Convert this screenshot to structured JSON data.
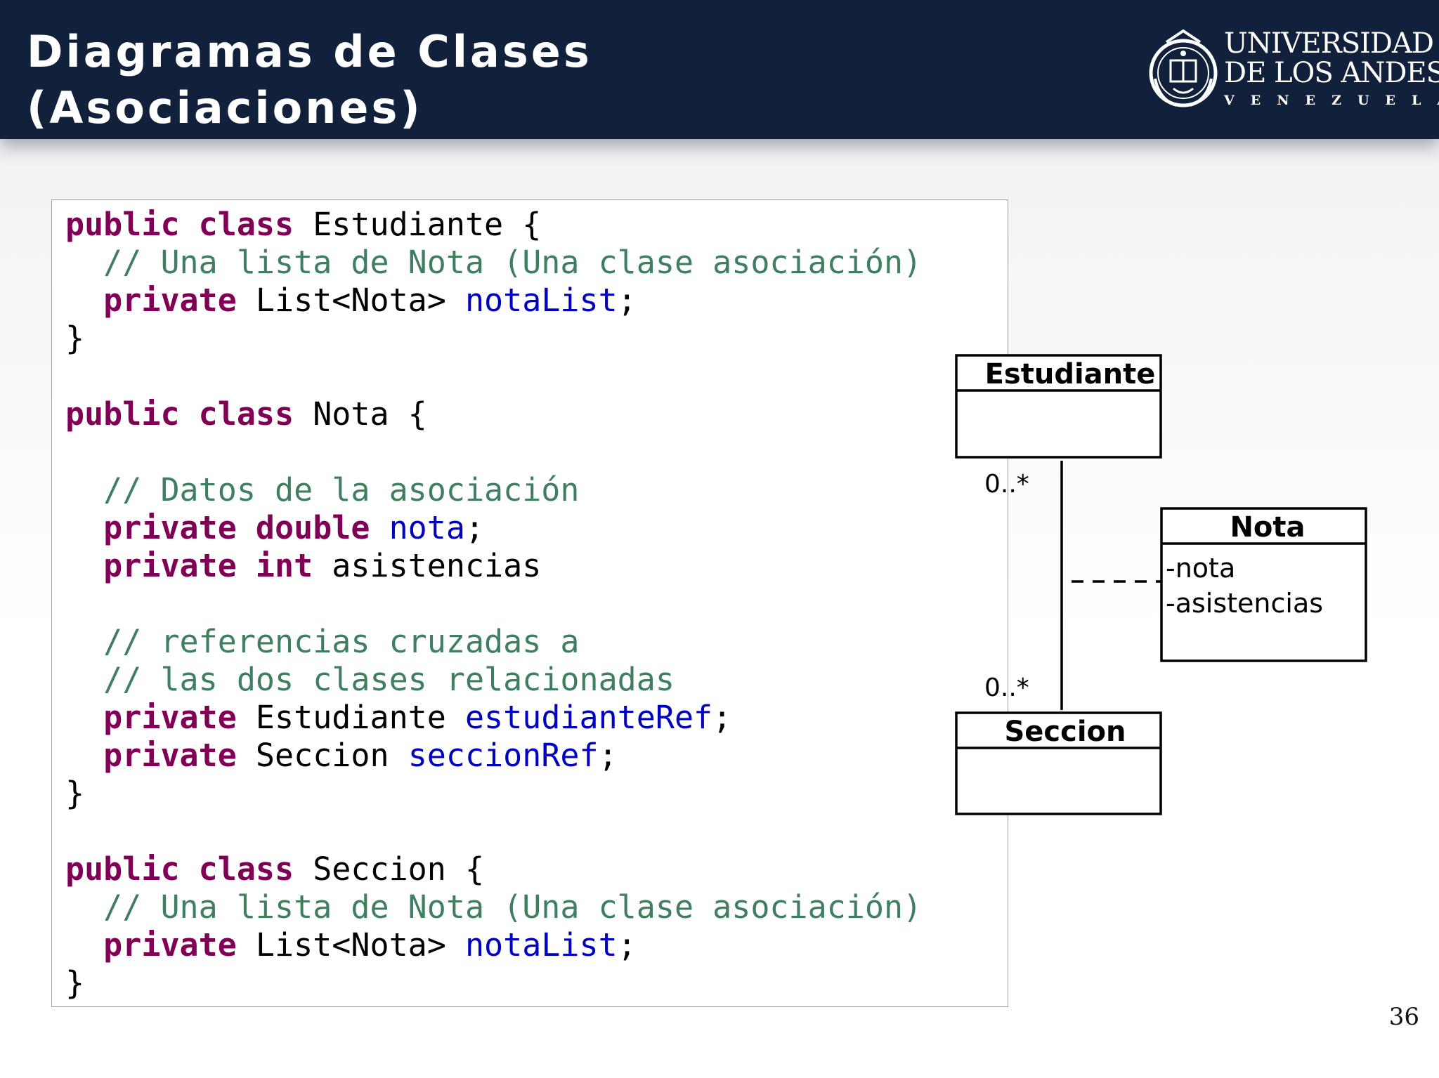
{
  "header": {
    "title_line1": "Diagramas de Clases",
    "title_line2": "(Asociaciones)",
    "logo": {
      "line1": "UNIVERSIDAD",
      "line2": "DE LOS ANDES",
      "line3": "VENEZUELA"
    }
  },
  "code": {
    "lines": [
      [
        {
          "t": "public class",
          "s": "k"
        },
        {
          "t": " Estudiante {",
          "s": "n"
        }
      ],
      [
        {
          "t": "  // Una lista de Nota (Una clase asociación)",
          "s": "c"
        }
      ],
      [
        {
          "t": "  private",
          "s": "k"
        },
        {
          "t": " List<Nota> ",
          "s": "n"
        },
        {
          "t": "notaList",
          "s": "f"
        },
        {
          "t": ";",
          "s": "n"
        }
      ],
      [
        {
          "t": "}",
          "s": "n"
        }
      ],
      [],
      [
        {
          "t": "public class",
          "s": "k"
        },
        {
          "t": " Nota {",
          "s": "n"
        }
      ],
      [],
      [
        {
          "t": "  // Datos de la asociación",
          "s": "c"
        }
      ],
      [
        {
          "t": "  private double",
          "s": "k"
        },
        {
          "t": " ",
          "s": "n"
        },
        {
          "t": "nota",
          "s": "f"
        },
        {
          "t": ";",
          "s": "n"
        }
      ],
      [
        {
          "t": "  private int",
          "s": "k"
        },
        {
          "t": " asistencias",
          "s": "n"
        }
      ],
      [],
      [
        {
          "t": "  // referencias cruzadas a",
          "s": "c"
        }
      ],
      [
        {
          "t": "  // las dos clases relacionadas",
          "s": "c"
        }
      ],
      [
        {
          "t": "  private",
          "s": "k"
        },
        {
          "t": " Estudiante ",
          "s": "n"
        },
        {
          "t": "estudianteRef",
          "s": "f"
        },
        {
          "t": ";",
          "s": "n"
        }
      ],
      [
        {
          "t": "  private",
          "s": "k"
        },
        {
          "t": " Seccion ",
          "s": "n"
        },
        {
          "t": "seccionRef",
          "s": "f"
        },
        {
          "t": ";",
          "s": "n"
        }
      ],
      [
        {
          "t": "}",
          "s": "n"
        }
      ],
      [],
      [
        {
          "t": "public class",
          "s": "k"
        },
        {
          "t": " Seccion {",
          "s": "n"
        }
      ],
      [
        {
          "t": "  // Una lista de Nota (Una clase asociación)",
          "s": "c"
        }
      ],
      [
        {
          "t": "  private",
          "s": "k"
        },
        {
          "t": " List<Nota> ",
          "s": "n"
        },
        {
          "t": "notaList",
          "s": "f"
        },
        {
          "t": ";",
          "s": "n"
        }
      ],
      [
        {
          "t": "}",
          "s": "n"
        }
      ]
    ]
  },
  "uml": {
    "estudiante": {
      "name": "Estudiante"
    },
    "nota": {
      "name": "Nota",
      "attributes": [
        "-nota",
        "-asistencias"
      ]
    },
    "seccion": {
      "name": "Seccion"
    },
    "mult_top": "0..*",
    "mult_bottom": "0..*"
  },
  "page_number": "36"
}
